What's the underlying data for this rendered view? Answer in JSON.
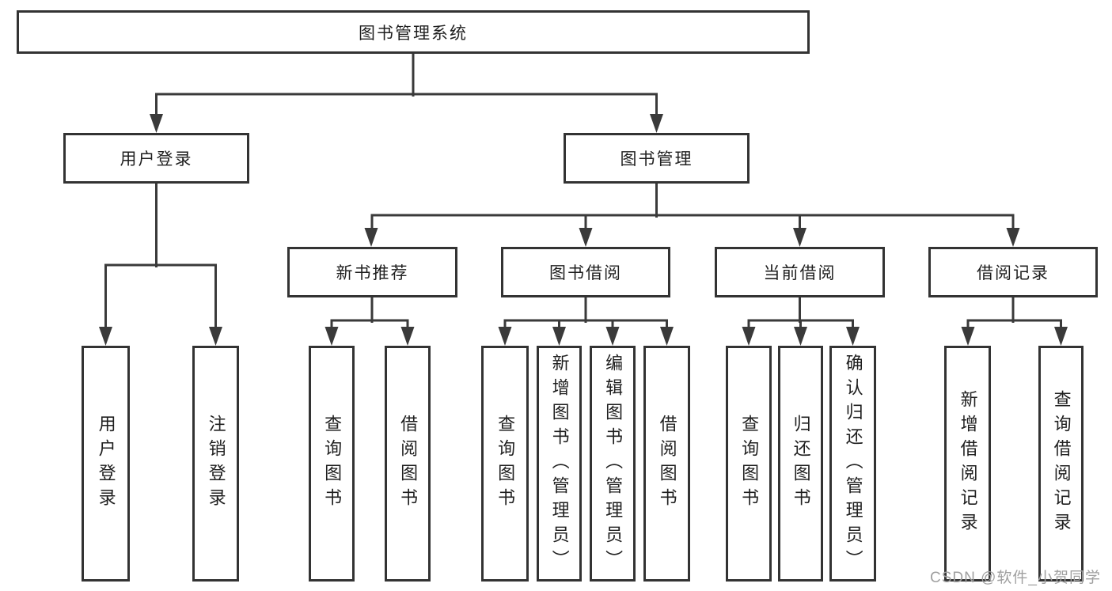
{
  "tree": {
    "root": {
      "label": "图书管理系统"
    },
    "branches": [
      {
        "label": "用户登录",
        "children": [
          {
            "label": "用户登录"
          },
          {
            "label": "注销登录"
          }
        ]
      },
      {
        "label": "图书管理",
        "children": [
          {
            "label": "新书推荐",
            "children": [
              {
                "label": "查询图书"
              },
              {
                "label": "借阅图书"
              }
            ]
          },
          {
            "label": "图书借阅",
            "children": [
              {
                "label": "查询图书"
              },
              {
                "label": "新增图书（管理员）"
              },
              {
                "label": "编辑图书（管理员）"
              },
              {
                "label": "借阅图书"
              }
            ]
          },
          {
            "label": "当前借阅",
            "children": [
              {
                "label": "查询图书"
              },
              {
                "label": "归还图书"
              },
              {
                "label": "确认归还（管理员）"
              }
            ]
          },
          {
            "label": "借阅记录",
            "children": [
              {
                "label": "新增借阅记录"
              },
              {
                "label": "查询借阅记录"
              }
            ]
          }
        ]
      }
    ]
  },
  "watermark": {
    "text": "CSDN @软件_小贺同学"
  },
  "colors": {
    "line": "#3a3a3a",
    "box_border": "#333333",
    "box_background": "#ffffff",
    "text": "#1f1f1f",
    "watermark": "#a0a0a0"
  }
}
